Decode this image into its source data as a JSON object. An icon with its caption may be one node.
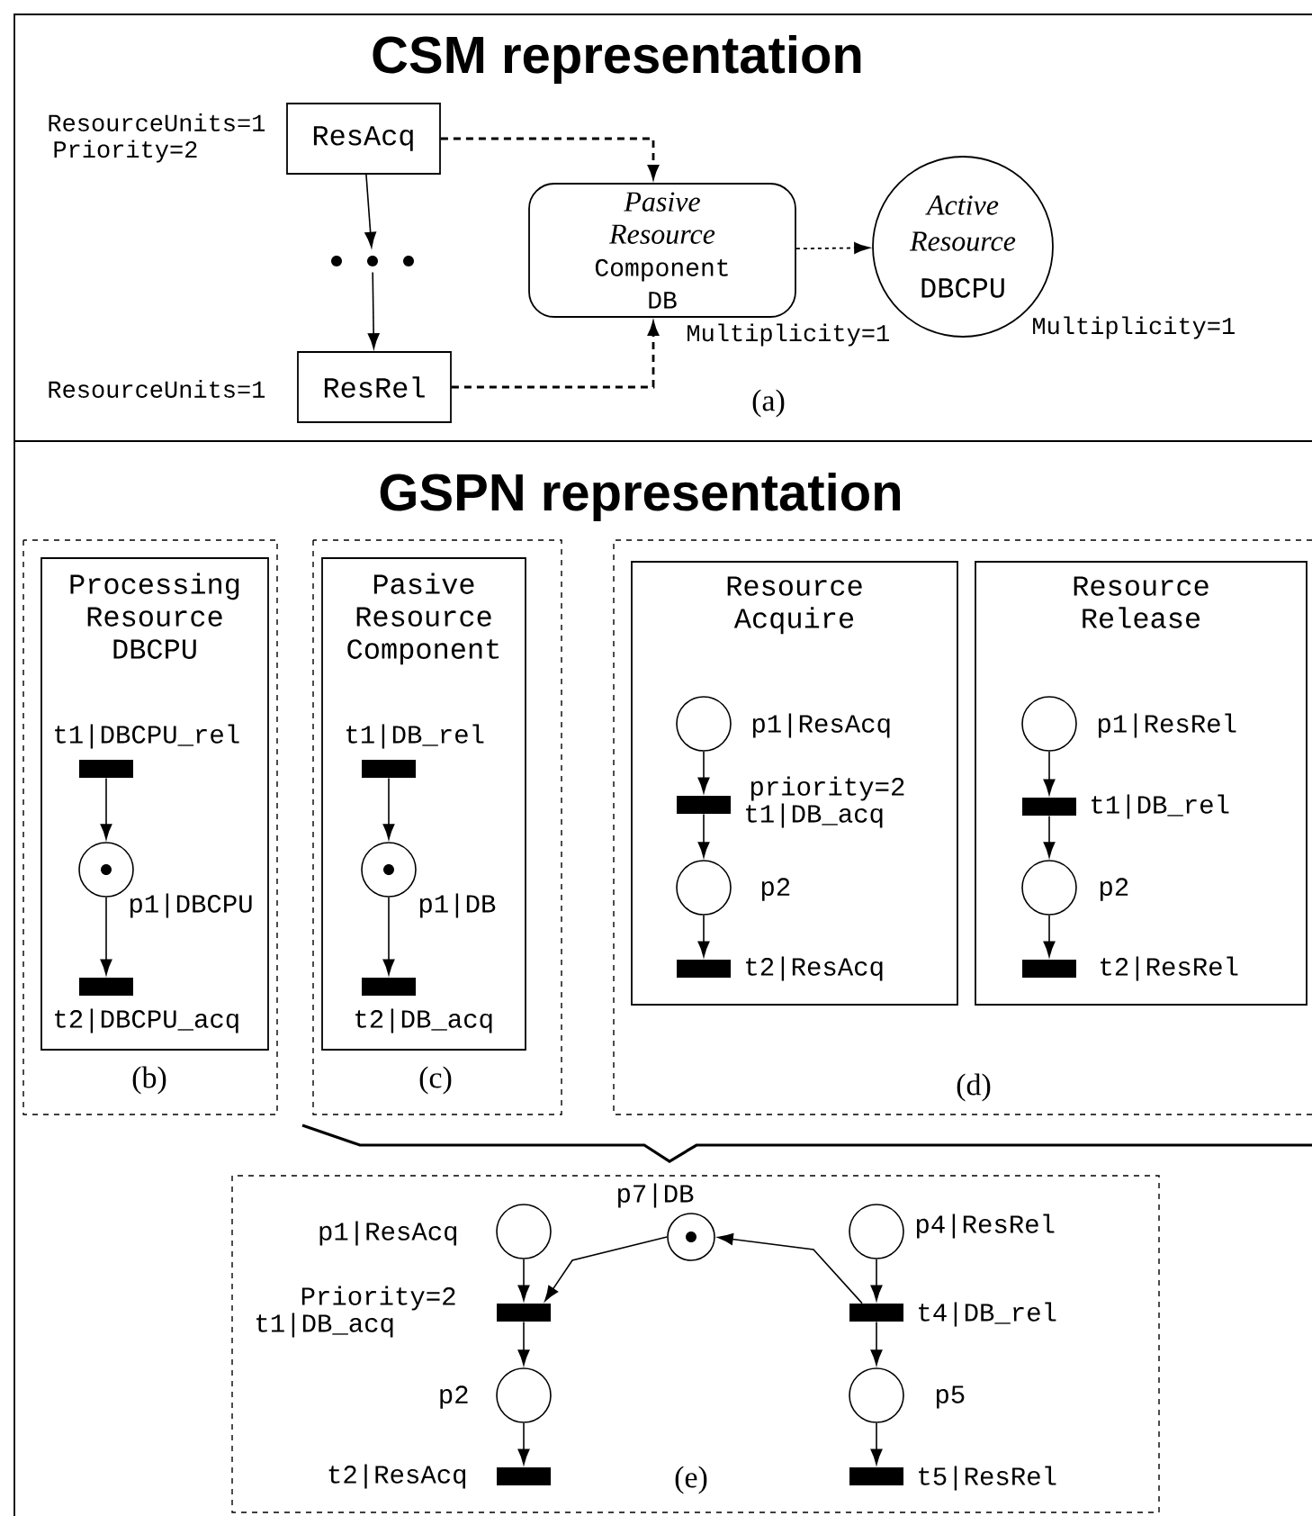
{
  "diagram": {
    "title": "CSM representation",
    "nodes": [
      {
        "text": [
          "ResAcq"
        ],
        "beside": [
          "ResourceUnits=1",
          "Priority=2"
        ]
      },
      {
        "text": [],
        "shape": "ellipsis"
      },
      {
        "text": [
          "ResRel"
        ],
        "beside": [
          "ResourceUnits=1"
        ]
      },
      {
        "text": [
          "Pasive Resource",
          "Component DB"
        ],
        "beside": [
          "Multiplicity=1"
        ]
      },
      {
        "text": [
          "Active Resource",
          "DBCPU"
        ],
        "beside": [
          "Multiplicity=1"
        ]
      },
      {
        "text": [
          "(b)"
        ]
      },
      {
        "text": [
          "Processing Resource DBCPU"
        ],
        "in": 5
      },
      {
        "text": [],
        "shape": "bar",
        "beside": [
          "t1|DBCPU_rel"
        ],
        "in": 6
      },
      {
        "text": [],
        "shape": "circle",
        "beside": [
          "p1|DBCPU"
        ],
        "in": 6
      },
      {
        "text": [],
        "shape": "bar",
        "beside": [
          "t2|DBCPU_acq"
        ],
        "in": 6
      },
      {
        "text": [
          "(c)"
        ]
      },
      {
        "text": [
          "Pasive Resource Component"
        ],
        "in": 10
      },
      {
        "text": [],
        "shape": "bar",
        "beside": [
          "t1|DB_rel"
        ],
        "in": 11
      },
      {
        "text": [],
        "shape": "circle",
        "beside": [
          "p1|DB"
        ],
        "in": 11
      },
      {
        "text": [],
        "shape": "bar",
        "beside": [
          "t2|DB_acq"
        ],
        "in": 11
      },
      {
        "text": [
          "(d)"
        ]
      },
      {
        "text": [
          "Resource Acquire"
        ],
        "in": 15
      },
      {
        "text": [],
        "shape": "circle",
        "beside": [
          "p1|ResAcq"
        ],
        "in": 16
      },
      {
        "text": [],
        "shape": "bar",
        "beside": [
          "priority=2",
          "t1|DB_acq"
        ],
        "in": 16
      },
      {
        "text": [],
        "shape": "circle",
        "beside": [
          "p2"
        ],
        "in": 16
      },
      {
        "text": [],
        "shape": "bar",
        "beside": [
          "t2|ResAcq"
        ],
        "in": 16
      },
      {
        "text": [
          "Resource Release"
        ],
        "in": 15
      },
      {
        "text": [],
        "shape": "circle",
        "beside": [
          "p1|ResRel"
        ],
        "in": 21
      },
      {
        "text": [],
        "shape": "bar",
        "beside": [
          "t1|DB_rel"
        ],
        "in": 21
      },
      {
        "text": [],
        "shape": "circle",
        "beside": [
          "p2"
        ],
        "in": 21
      },
      {
        "text": [],
        "shape": "bar",
        "beside": [
          "t2|ResRel"
        ],
        "in": 21
      },
      {
        "text": [
          "(e)"
        ]
      },
      {
        "text": [],
        "shape": "circle",
        "beside": [
          "p1|ResAcq"
        ],
        "in": 26
      },
      {
        "text": [],
        "shape": "bar",
        "beside": [
          "Priority=2",
          "t1|DB_acq"
        ],
        "in": 26
      },
      {
        "text": [],
        "shape": "circle",
        "beside": [
          "p2"
        ],
        "in": 26
      },
      {
        "text": [],
        "shape": "bar",
        "beside": [
          "t2|ResAcq"
        ],
        "in": 26
      },
      {
        "text": [],
        "shape": "circle",
        "beside": [
          "p7|DB"
        ],
        "in": 26
      },
      {
        "text": [],
        "shape": "circle",
        "beside": [
          "p4|ResRel"
        ],
        "in": 26
      },
      {
        "text": [],
        "shape": "bar",
        "beside": [
          "t4|DB_rel"
        ],
        "in": 26
      },
      {
        "text": [],
        "shape": "circle",
        "beside": [
          "p5"
        ],
        "in": 26
      },
      {
        "text": [],
        "shape": "bar",
        "beside": [
          "t5|ResRel"
        ],
        "in": 26
      }
    ],
    "edges": [
      {
        "from": 0,
        "to": 1,
        "arrow": "to"
      },
      {
        "from": 1,
        "to": 2,
        "arrow": "to"
      },
      {
        "from": 0,
        "to": 3,
        "arrow": "to",
        "style": "dashed"
      },
      {
        "from": 2,
        "to": 3,
        "arrow": "to",
        "style": "dashed"
      },
      {
        "from": 3,
        "to": 4,
        "arrow": "to",
        "style": "dashed"
      },
      {
        "from": 7,
        "to": 8,
        "arrow": "to"
      },
      {
        "from": 8,
        "to": 9,
        "arrow": "to"
      },
      {
        "from": 12,
        "to": 13,
        "arrow": "to"
      },
      {
        "from": 13,
        "to": 14,
        "arrow": "to"
      },
      {
        "from": 17,
        "to": 18,
        "arrow": "to"
      },
      {
        "from": 18,
        "to": 19,
        "arrow": "to"
      },
      {
        "from": 19,
        "to": 20,
        "arrow": "to"
      },
      {
        "from": 22,
        "to": 23,
        "arrow": "to"
      },
      {
        "from": 23,
        "to": 24,
        "arrow": "to"
      },
      {
        "from": 24,
        "to": 25,
        "arrow": "to"
      },
      {
        "from": 27,
        "to": 28,
        "arrow": "to"
      },
      {
        "from": 28,
        "to": 29,
        "arrow": "to"
      },
      {
        "from": 29,
        "to": 30,
        "arrow": "to"
      },
      {
        "from": 31,
        "to": 28,
        "arrow": "to"
      },
      {
        "from": 33,
        "to": 31,
        "arrow": "to"
      },
      {
        "from": 32,
        "to": 33,
        "arrow": "to"
      },
      {
        "from": 33,
        "to": 34,
        "arrow": "to"
      },
      {
        "from": 34,
        "to": 35,
        "arrow": "to"
      }
    ],
    "labels": [
      "(a)",
      "GSPN representation"
    ]
  }
}
